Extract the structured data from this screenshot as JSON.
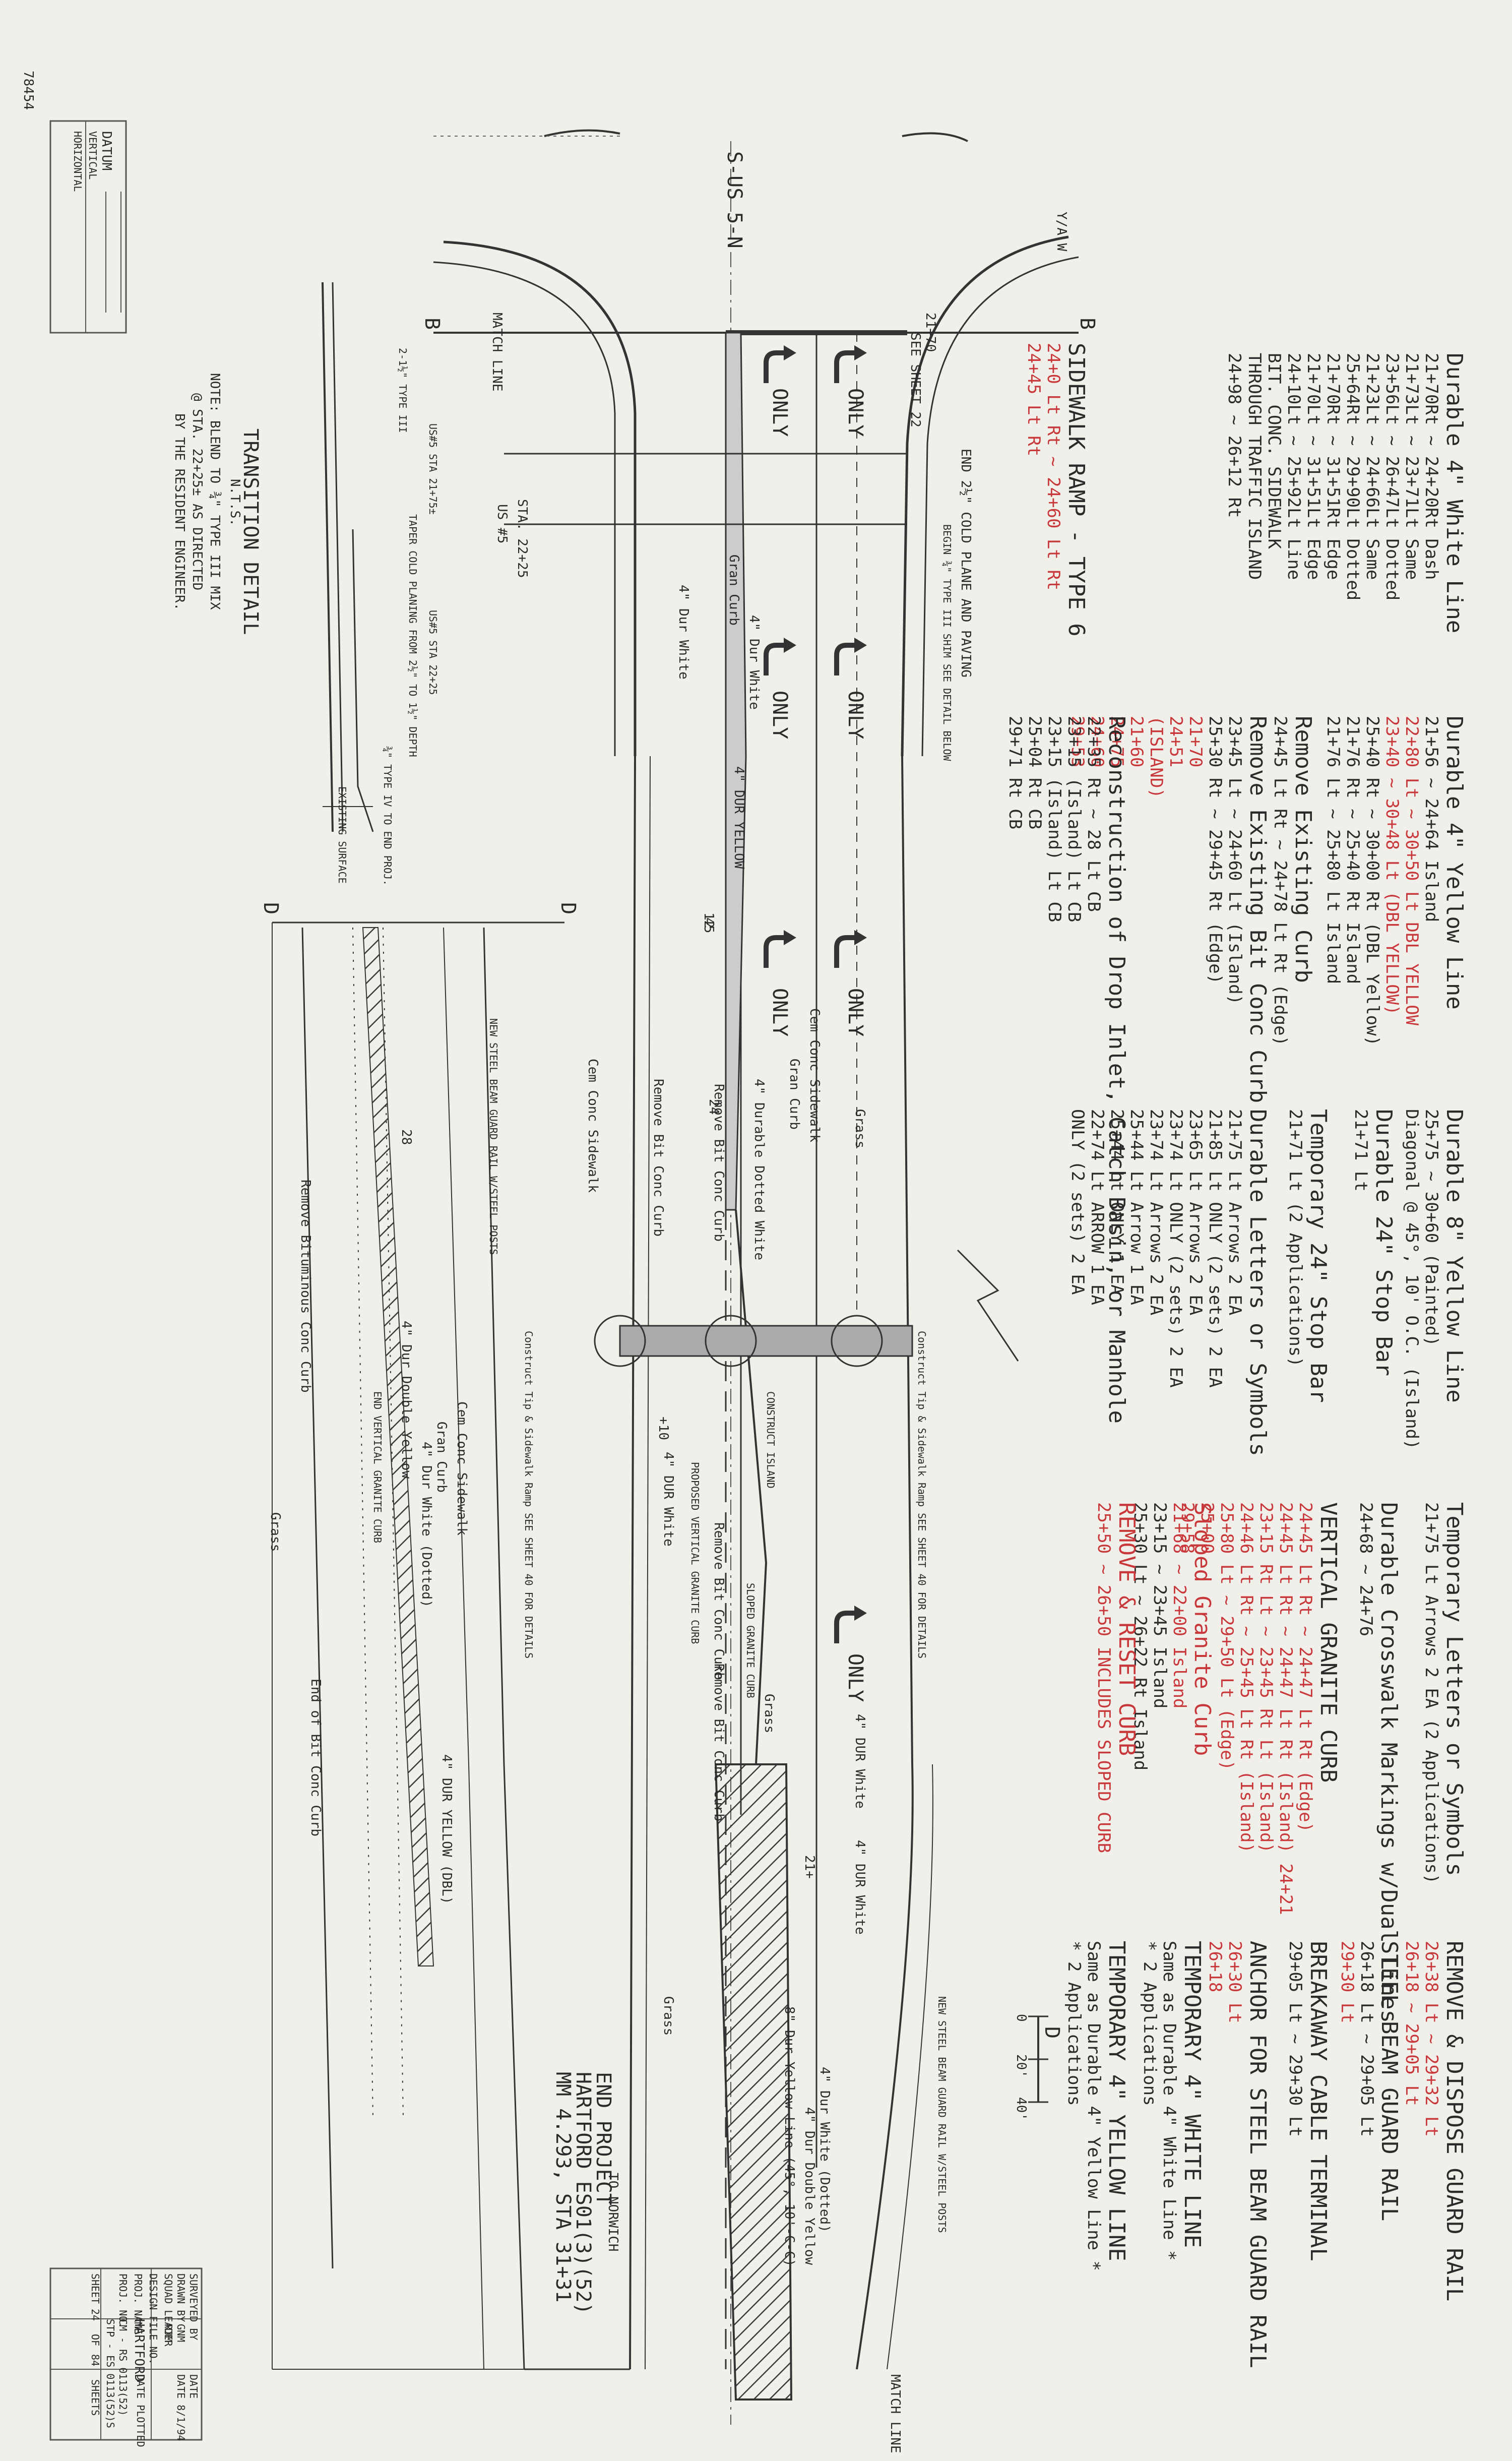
{
  "page": {
    "code": "78454"
  },
  "datum": {
    "title": "DATUM",
    "vertical": "VERTICAL",
    "horizontal": "HORIZONTAL"
  },
  "route": {
    "label": "S-US 5-N"
  },
  "top_right": {
    "label": "Y/A W"
  },
  "match_line_top": {
    "label": "MATCH LINE",
    "b_left": "B",
    "b_right": "B",
    "station": "21+70",
    "see_sheet": "SEE SHEET 22"
  },
  "match_line_bottom": {
    "label": "MATCH LINE"
  },
  "section_d": {
    "d_left": "D",
    "d_right": "D",
    "d_bottom": "D"
  },
  "plan_labels": {
    "only_1": "ONLY",
    "only_2": "ONLY",
    "only_3": "ONLY",
    "only_4": "ONLY",
    "only_5": "ONLY",
    "only_6": "ONLY",
    "only_7": "ONLY",
    "end_cold_plane": "END 2½\" COLD PLANE AND PAVING",
    "begin_shim": "BEGIN ¾\" TYPE III SHIM SEE DETAIL BELOW",
    "sta_2225": "STA. 22+25",
    "us5": "US #5",
    "gran_curb_1": "Gran Curb",
    "dur_white_1": "4\" Dur White",
    "dur_white_2": "4\" Dur White",
    "dur_yellow": "4\" DUR YELLOW",
    "cem_conc_sidewalk_1": "Cem Conc Sidewalk",
    "cem_conc_sidewalk_2": "Cem Conc Sidewalk",
    "cem_conc_sidewalk_3": "Cem Conc Sidewalk",
    "gran_curb_2": "Gran Curb",
    "gran_curb_3": "Gran Curb",
    "remove_bit_curb_1": "Remove Bit Conc Curb",
    "remove_bit_curb_2": "Remove Bit Conc Curb",
    "remove_bit_curb_3": "Remove Bit Conc Curb",
    "remove_bit_curb_4": "Remove Bit Conc Curb",
    "durable_dotted_white": "4\" Durable Dotted White",
    "dur_white_3": "4\" DUR White",
    "dur_white_4": "4\" DUR White",
    "dur_double_yellow": "4\" Dur Double Yellow",
    "dur_white_dotted": "4\" Dur White (Dotted)",
    "dur_white_dotted_2": "4\" Dur White (Dotted)",
    "dur_yellow_dbl": "4\" DUR YELLOW (DBL)",
    "dur_double_yellow_2": "4\" Dur Double Yellow",
    "yellow_line_45": "8\" Dur Yellow Line (45°, 10'-C-C)",
    "dur_white_5": "4\" DUR White",
    "grass_1": "Grass",
    "grass_2": "Grass",
    "grass_3": "Grass",
    "grass_4": "Grass",
    "remove_bituminous": "Remove Bituminous Conc Curb",
    "end_of_bit": "End of Bit Conc Curb",
    "end_vertical_granite": "END VERTICAL GRANITE CURB",
    "new_steel_beam_1": "NEW STEEL BEAM GUARD RAIL W/STEEL POSTS",
    "new_steel_beam_2": "NEW STEEL BEAM GUARD RAIL W/STEEL POSTS",
    "construct_tip_1": "Construct Tip & Sidewalk Ramp SEE SHEET 40 FOR DETAILS",
    "construct_tip_2": "Construct Tip & Sidewalk Ramp SEE SHEET 40 FOR DETAILS",
    "construct_island": "CONSTRUCT ISLAND",
    "sloped_granite": "SLOPED GRANITE CURB",
    "proposed_vertical": "PROPOSED VERTICAL GRANITE CURB",
    "to_norwich": "TO NORWICH",
    "dim_45": "45",
    "dim_28": "28",
    "dim_24": "24",
    "dim_12": "12",
    "dim_10": "+10",
    "sta_21": "21+",
    "end_project": "END PROJECT",
    "end_project_2": "HARTFORD ES01(3)(52)",
    "end_project_3": "MM 4.293, STA 31+31"
  },
  "transition_detail": {
    "title": "TRANSITION DETAIL",
    "nts": "N.T.S.",
    "note_1": "NOTE: BLEND TO ¾\" TYPE III MIX",
    "note_2": "@ STA. 22+25± AS DIRECTED",
    "note_3": "BY THE RESIDENT ENGINEER.",
    "sta_2175": "US#5 STA 21+75±",
    "sta_2225": "US#5 STA 22+25",
    "taper": "TAPER COLD PLANING FROM 2½\" TO 1½\" DEPTH",
    "type_iii": "2-1½\" TYPE III",
    "type_iv": "¾\" TYPE IV TO END PROJ.",
    "existing": "EXISTING SURFACE"
  },
  "notes": {
    "white_line": {
      "title": "Durable 4\" White Line",
      "lines": [
        "21+70Rt ~ 24+20Rt  Dash",
        "21+73Lt ~ 23+71Lt  Same",
        "23+56Lt ~ 26+47Lt  Dotted",
        "21+23Lt ~ 24+66Lt  Same",
        "25+64Rt ~ 29+90Lt  Dotted",
        "21+70Rt ~ 31+51Rt  Edge",
        "21+70Lt ~ 31+51Lt  Edge",
        "24+10Lt ~ 25+92Lt  Line"
      ],
      "bit_sidewalk": "BIT. CONC. SIDEWALK",
      "through_island": "THROUGH TRAFFIC ISLAND",
      "sta": "24+98 ~ 26+12 Rt"
    },
    "sidewalk_ramp": {
      "title": "SIDEWALK RAMP - TYPE 6",
      "lines": [
        "24+0 Lt Rt ~ 24+60 Lt Rt",
        "24+45 Lt Rt"
      ]
    },
    "yellow_line": {
      "title": "Durable 4\" Yellow Line",
      "lines": [
        "21+56 ~ 24+64  Island",
        "22+80 Lt ~ 30+50 Lt  DBL YELLOW",
        "23+40 ~ 30+48 Lt (DBL YELLOW)",
        "25+40 Rt ~ 30+00 Rt (DBL Yellow)",
        "21+76 Rt ~ 25+40 Rt  Island",
        "21+76 Lt ~ 25+80 Lt  Island"
      ]
    },
    "remove_curb": {
      "title": "Remove Existing Curb",
      "lines": [
        "24+45 Lt Rt ~ 24+78 Lt Rt (Edge)"
      ]
    },
    "remove_bit_curb": {
      "title": "Remove Existing Bit Conc Curb",
      "lines": [
        "23+45 Lt ~ 24+60 Lt (Island)",
        "25+30 Rt ~ 29+45 Rt (Edge)",
        "21+70",
        "24+51",
        "(ISLAND)",
        "21+60",
        "24+75",
        "24+60",
        "29+53"
      ]
    },
    "drop_inlet": {
      "title": "Reconstruction of Drop Inlet, Catch Basin, or Manhole",
      "lines": [
        "22+35 Rt ~ 28 Lt  CB",
        "23+15 (Island) Lt  CB",
        "23+15 (Island) Lt  CB",
        "25+04 Rt  CB",
        "29+71 Rt  CB"
      ]
    },
    "yellow_8": {
      "title": "Durable 8\" Yellow Line",
      "lines": [
        "25+75 ~ 30+60 (Painted)",
        "Diagonal @ 45°, 10' O.C. (Island)"
      ]
    },
    "stop_bar": {
      "title": "Durable 24\" Stop Bar",
      "lines": [
        "21+71 Lt"
      ]
    },
    "temp_stop_bar": {
      "title": "Temporary 24\" Stop Bar",
      "lines": [
        "21+71 Lt (2 Applications)"
      ]
    },
    "letters": {
      "title": "Durable Letters or Symbols",
      "lines": [
        "21+75 Lt  Arrows 2 EA",
        "21+85 Lt  ONLY (2 sets) 2 EA",
        "23+65 Lt  Arrows 2 EA",
        "23+74 Lt  ONLY (2 sets) 2 EA",
        "23+74 Lt  Arrows 2 EA",
        "25+44 Lt  Arrow 1 EA",
        "25+44 Lt  ONLY 1 EA",
        "22+74 Lt  ARROW 1 EA",
        "ONLY (2 sets) 2 EA"
      ]
    },
    "temp_letters": {
      "title": "Temporary Letters or Symbols",
      "lines": [
        "21+75 Lt  Arrows 2 EA (2 Applications)"
      ]
    },
    "crosswalk": {
      "title": "Durable Crosswalk Markings w/Dual Lines",
      "lines": [
        "24+68 ~ 24+76"
      ]
    },
    "vertical_granite": {
      "title": "VERTICAL GRANITE CURB",
      "lines": [
        "24+45 Lt Rt ~ 24+47 Lt Rt (Edge)",
        "24+45 Lt Rt ~ 24+47 Lt Rt (Island) 24+21",
        "23+15 Rt Lt ~ 23+45 Rt Lt (Island)",
        "24+46 Lt Rt ~ 25+45 Lt Rt (Island)",
        "25+80 Lt ~ 29+50 Lt (Edge)",
        "25+00",
        "29+58"
      ]
    },
    "sloped_curb": {
      "title": "Sloped Granite Curb",
      "lines": [
        "21+68 ~ 22+00  Island",
        "23+15 ~ 23+45  Island",
        "25+30 Lt ~ 26+22 Rt  Island"
      ]
    },
    "remove_reset": {
      "title": "REMOVE & RESET CURB",
      "lines": [
        "25+50 ~ 26+50 INCLUDES SLOPED CURB"
      ]
    },
    "guard_rail": {
      "title": "REMOVE & DISPOSE GUARD RAIL",
      "lines": [
        "26+38 Lt ~ 29+32 Lt",
        "26+18 ~ 29+05 Lt"
      ],
      "steel_title": "STEEL BEAM GUARD RAIL",
      "steel_lines": [
        "26+18 Lt ~ 29+05 Lt",
        "29+30 Lt"
      ]
    },
    "cable_terminal": {
      "title": "BREAKAWAY CABLE TERMINAL",
      "lines": [
        "29+05 Lt ~ 29+30 Lt"
      ]
    },
    "anchor": {
      "title": "ANCHOR FOR STEEL BEAM GUARD RAIL",
      "lines": [
        "26+30 Lt",
        "26+18"
      ]
    },
    "temp_white": {
      "title": "TEMPORARY 4\" WHITE LINE",
      "lines": [
        "Same as Durable 4\" White Line *",
        "* 2 Applications"
      ]
    },
    "temp_yellow": {
      "title": "TEMPORARY 4\" YELLOW LINE",
      "lines": [
        "Same as Durable 4\" Yellow Line *",
        "* 2 Applications"
      ]
    }
  },
  "scale": {
    "s0": "0",
    "s20": "20'",
    "s40": "40'"
  },
  "title_block": {
    "surveyed_by": "SURVEYED BY",
    "drawn_by": "DRAWN BY",
    "drawn_val": "GNM",
    "squad_leader": "SQUAD LEADER",
    "squad_val": "RJM",
    "design_file": "DESIGN FILE NO.",
    "proj_name": "PROJ. NAME",
    "proj_name_val": "HARTFORD",
    "proj_no": "PROJ. NO.",
    "proj_no_val": "CM - RS 0113(52)",
    "proj_no_val2": "STP - ES 0113(52)S",
    "sheet": "SHEET",
    "sheet_val": "24",
    "of": "OF",
    "of_val": "84",
    "sheets": "SHEETS",
    "date": "DATE",
    "date_val": "DATE 8/1/94",
    "date_plotted": "DATE PLOTTED"
  },
  "colors": {
    "paper": "#f1efe9",
    "ink": "#2a2a2a",
    "red": "#c8383a",
    "hatch": "#3a3a3a"
  }
}
